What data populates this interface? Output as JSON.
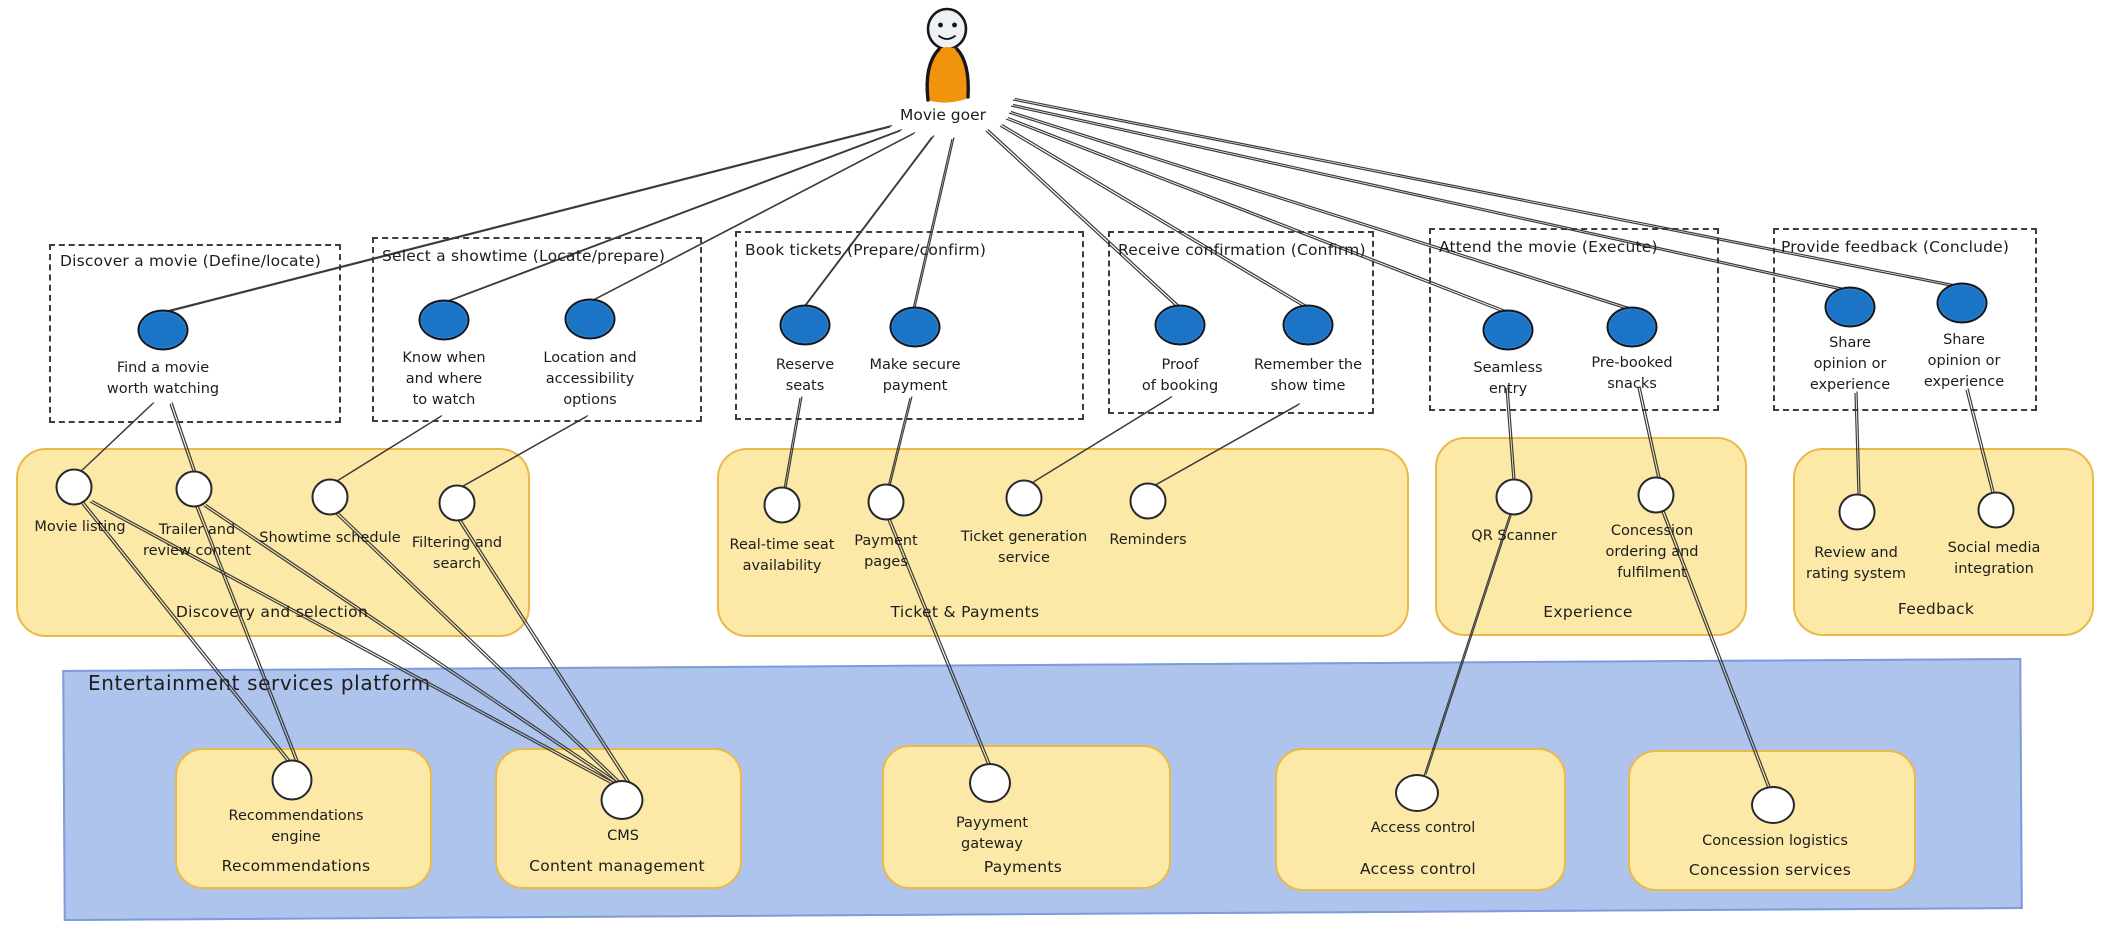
{
  "actor": {
    "label": "Movie goer"
  },
  "stages": [
    {
      "title": "Discover a movie (Define/locate)",
      "goals": [
        "Find a movie\nworth watching"
      ]
    },
    {
      "title": "Select a showtime (Locate/prepare)",
      "goals": [
        "Know when\nand where\nto watch",
        "Location and\naccessibility\noptions"
      ]
    },
    {
      "title": "Book tickets (Prepare/confirm)",
      "goals": [
        "Reserve\nseats",
        "Make secure\npayment"
      ]
    },
    {
      "title": "Receive confirmation (Confirm)",
      "goals": [
        "Proof\nof booking",
        "Remember the\nshow time"
      ]
    },
    {
      "title": "Attend the movie (Execute)",
      "goals": [
        "Seamless\nentry",
        "Pre-booked\nsnacks"
      ]
    },
    {
      "title": "Provide feedback (Conclude)",
      "goals": [
        "Share\nopinion or\nexperience",
        "Share\nopinion or\nexperience"
      ]
    }
  ],
  "service_groups": [
    {
      "label": "Discovery and selection",
      "services": [
        "Movie listing",
        "Trailer and\nreview content",
        "Showtime schedule",
        "Filtering and\nsearch"
      ]
    },
    {
      "label": "Ticket & Payments",
      "services": [
        "Real-time seat\navailability",
        "Payment\npages",
        "Ticket generation\nservice",
        "Reminders"
      ]
    },
    {
      "label": "Experience",
      "services": [
        "QR Scanner",
        "Concession\nordering and\nfulfilment"
      ]
    },
    {
      "label": "Feedback",
      "services": [
        "Review and\nrating system",
        "Social media\nintegration"
      ]
    }
  ],
  "platform": {
    "title": "Entertainment services platform",
    "groups": [
      {
        "service": "Recommendations\nengine",
        "label": "Recommendations"
      },
      {
        "service": "CMS",
        "label": "Content management"
      },
      {
        "service": "Payyment\ngateway",
        "label": "Payments"
      },
      {
        "service": "Access control",
        "label": "Access control"
      },
      {
        "service": "Concession logistics",
        "label": "Concession services"
      }
    ]
  },
  "colors": {
    "goal_node": "#1b74c5",
    "service_group_fill": "#fce9a8",
    "service_group_border": "#eab948",
    "platform_fill": "#aec4ec",
    "actor_body": "#f1930d",
    "line": "#3a3a3a"
  }
}
